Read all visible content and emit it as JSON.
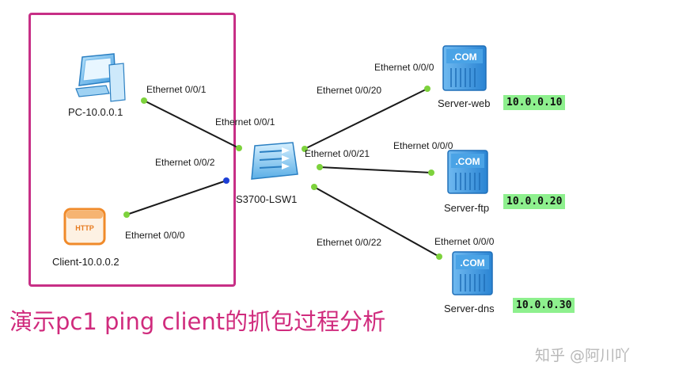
{
  "devices": {
    "pc": {
      "name": "PC-10.0.0.1",
      "port": "Ethernet 0/0/1"
    },
    "client": {
      "name": "Client-10.0.0.2",
      "port": "Ethernet 0/0/0",
      "icon_text": "HTTP"
    },
    "switch": {
      "name": "S3700-LSW1"
    },
    "server_web": {
      "name": "Server-web",
      "port": "Ethernet 0/0/0",
      "ip": "10.0.0.10",
      "icon_text": ".COM"
    },
    "server_ftp": {
      "name": "Server-ftp",
      "port": "Ethernet 0/0/0",
      "ip": "10.0.0.20",
      "icon_text": ".COM"
    },
    "server_dns": {
      "name": "Server-dns",
      "port": "Ethernet 0/0/0",
      "ip": "10.0.0.30",
      "icon_text": ".COM"
    }
  },
  "switch_ports": {
    "to_pc": "Ethernet 0/0/1",
    "to_client": "Ethernet 0/0/2",
    "to_web": "Ethernet 0/0/20",
    "to_ftp": "Ethernet 0/0/21",
    "to_dns": "Ethernet 0/0/22"
  },
  "caption": "演示pc1 ping client的抓包过程分析",
  "watermark": "知乎 @阿川吖",
  "colors": {
    "highlight_border": "#c72f86",
    "caption": "#d02b7d",
    "ip_badge": "#8ef08e",
    "link": "#1a1a1a",
    "port_dot_up": "#7dd23c",
    "port_dot_blue": "#1c3fd6",
    "device_blue": "#3f9be0",
    "client_orange": "#f08a2a"
  }
}
